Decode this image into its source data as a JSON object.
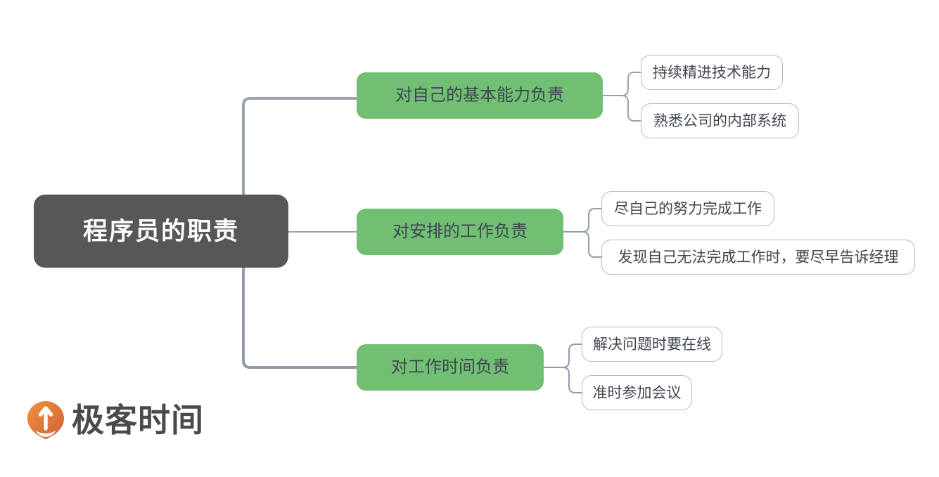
{
  "diagram": {
    "type": "mindmap",
    "root": {
      "label": "程序员的职责",
      "color": "#575757",
      "text_color": "#ffffff"
    },
    "branch_color": "#70bf73",
    "leaf_border_color": "#b2bac6",
    "connector_color": "#8a96a8",
    "text_color": "#3f4650",
    "branches": [
      {
        "label": "对自己的基本能力负责",
        "children": [
          {
            "label": "持续精进技术能力"
          },
          {
            "label": "熟悉公司的内部系统"
          }
        ]
      },
      {
        "label": "对安排的工作负责",
        "children": [
          {
            "label": "尽自己的努力完成工作"
          },
          {
            "label": "发现自己无法完成工作时，要尽早告诉经理"
          }
        ]
      },
      {
        "label": "对工作时间负责",
        "children": [
          {
            "label": "解决问题时要在线"
          },
          {
            "label": "准时参加会议"
          }
        ]
      }
    ]
  },
  "logo": {
    "text": "极客时间",
    "icon": "geektime-pin-icon",
    "color_start": "#ef8a3c",
    "color_end": "#d9643c"
  }
}
